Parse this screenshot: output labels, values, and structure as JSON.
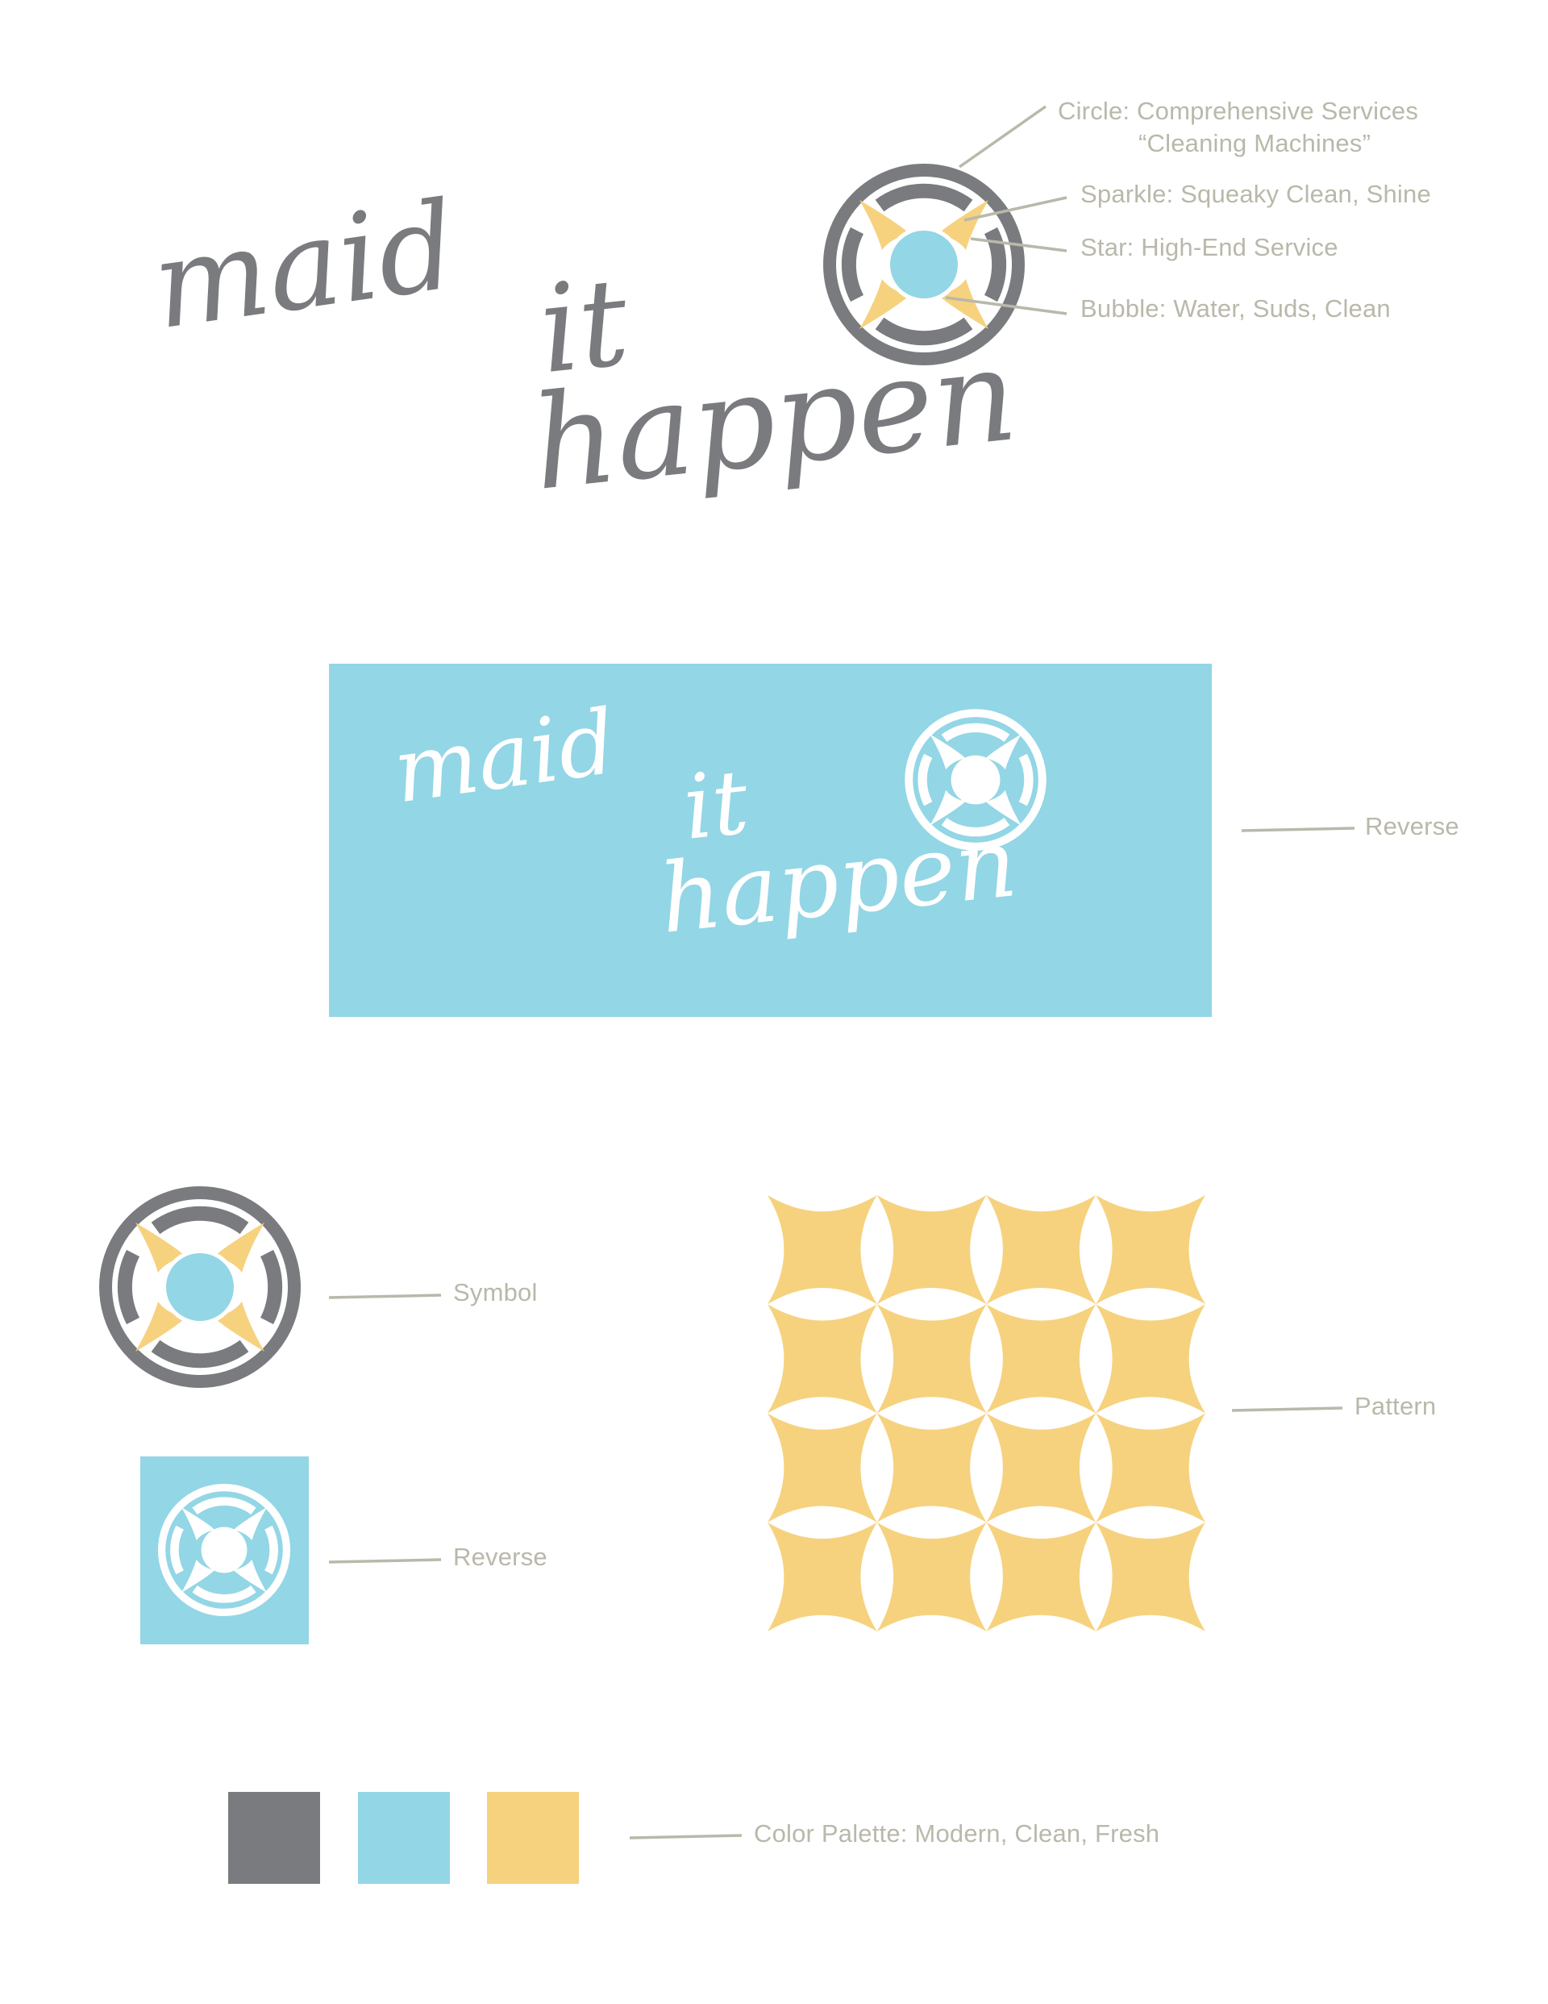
{
  "brand": {
    "wordmark": {
      "line1": "maid",
      "line2": "it",
      "line3": "happen"
    }
  },
  "colors": {
    "gray": "#7a7b7e",
    "blue": "#93d6e6",
    "yellow": "#f6d27f",
    "label": "#b9b8aa",
    "white": "#ffffff"
  },
  "primary_logo": {
    "annotations": [
      {
        "id": "circle",
        "text": "Circle: Comprehensive Services",
        "subtext": "“Cleaning Machines”"
      },
      {
        "id": "sparkle",
        "text": "Sparkle: Squeaky Clean, Shine"
      },
      {
        "id": "star",
        "text": "Star: High-End Service"
      },
      {
        "id": "bubble",
        "text": "Bubble: Water, Suds, Clean"
      }
    ]
  },
  "reverse_logo": {
    "label": "Reverse"
  },
  "symbol": {
    "label": "Symbol"
  },
  "symbol_reverse": {
    "label": "Reverse"
  },
  "pattern": {
    "label": "Pattern",
    "rows": 4,
    "cols": 4
  },
  "palette": {
    "label": "Color Palette: Modern, Clean, Fresh",
    "swatches": [
      {
        "name": "gray",
        "hex": "#7a7b7e"
      },
      {
        "name": "blue",
        "hex": "#93d6e6"
      },
      {
        "name": "yellow",
        "hex": "#f6d27f"
      }
    ]
  }
}
